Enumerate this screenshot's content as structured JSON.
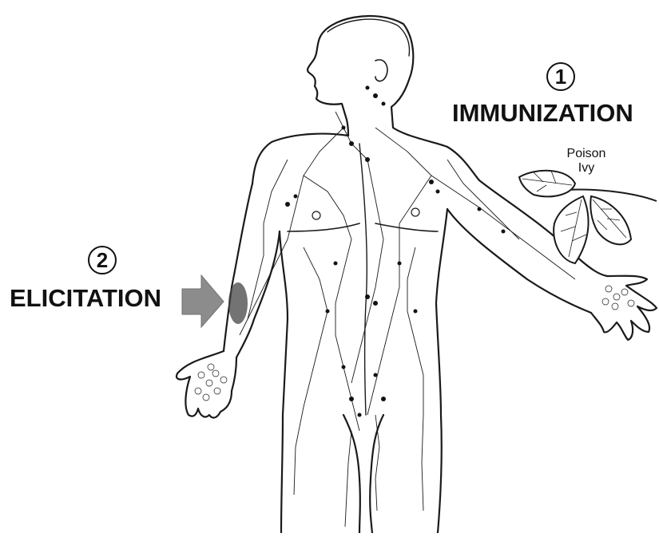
{
  "labels": {
    "step1_number": "1",
    "step1_text": "IMMUNIZATION",
    "step2_number": "2",
    "step2_text": "ELICITATION",
    "plant_line1": "Poison",
    "plant_line2": "Ivy"
  },
  "colors": {
    "line": "#1a1a1a",
    "arrow": "#8c8c8c",
    "background": "#ffffff"
  },
  "icons": {
    "arrow": "right-arrow-icon",
    "leaf": "leaf-icon"
  }
}
